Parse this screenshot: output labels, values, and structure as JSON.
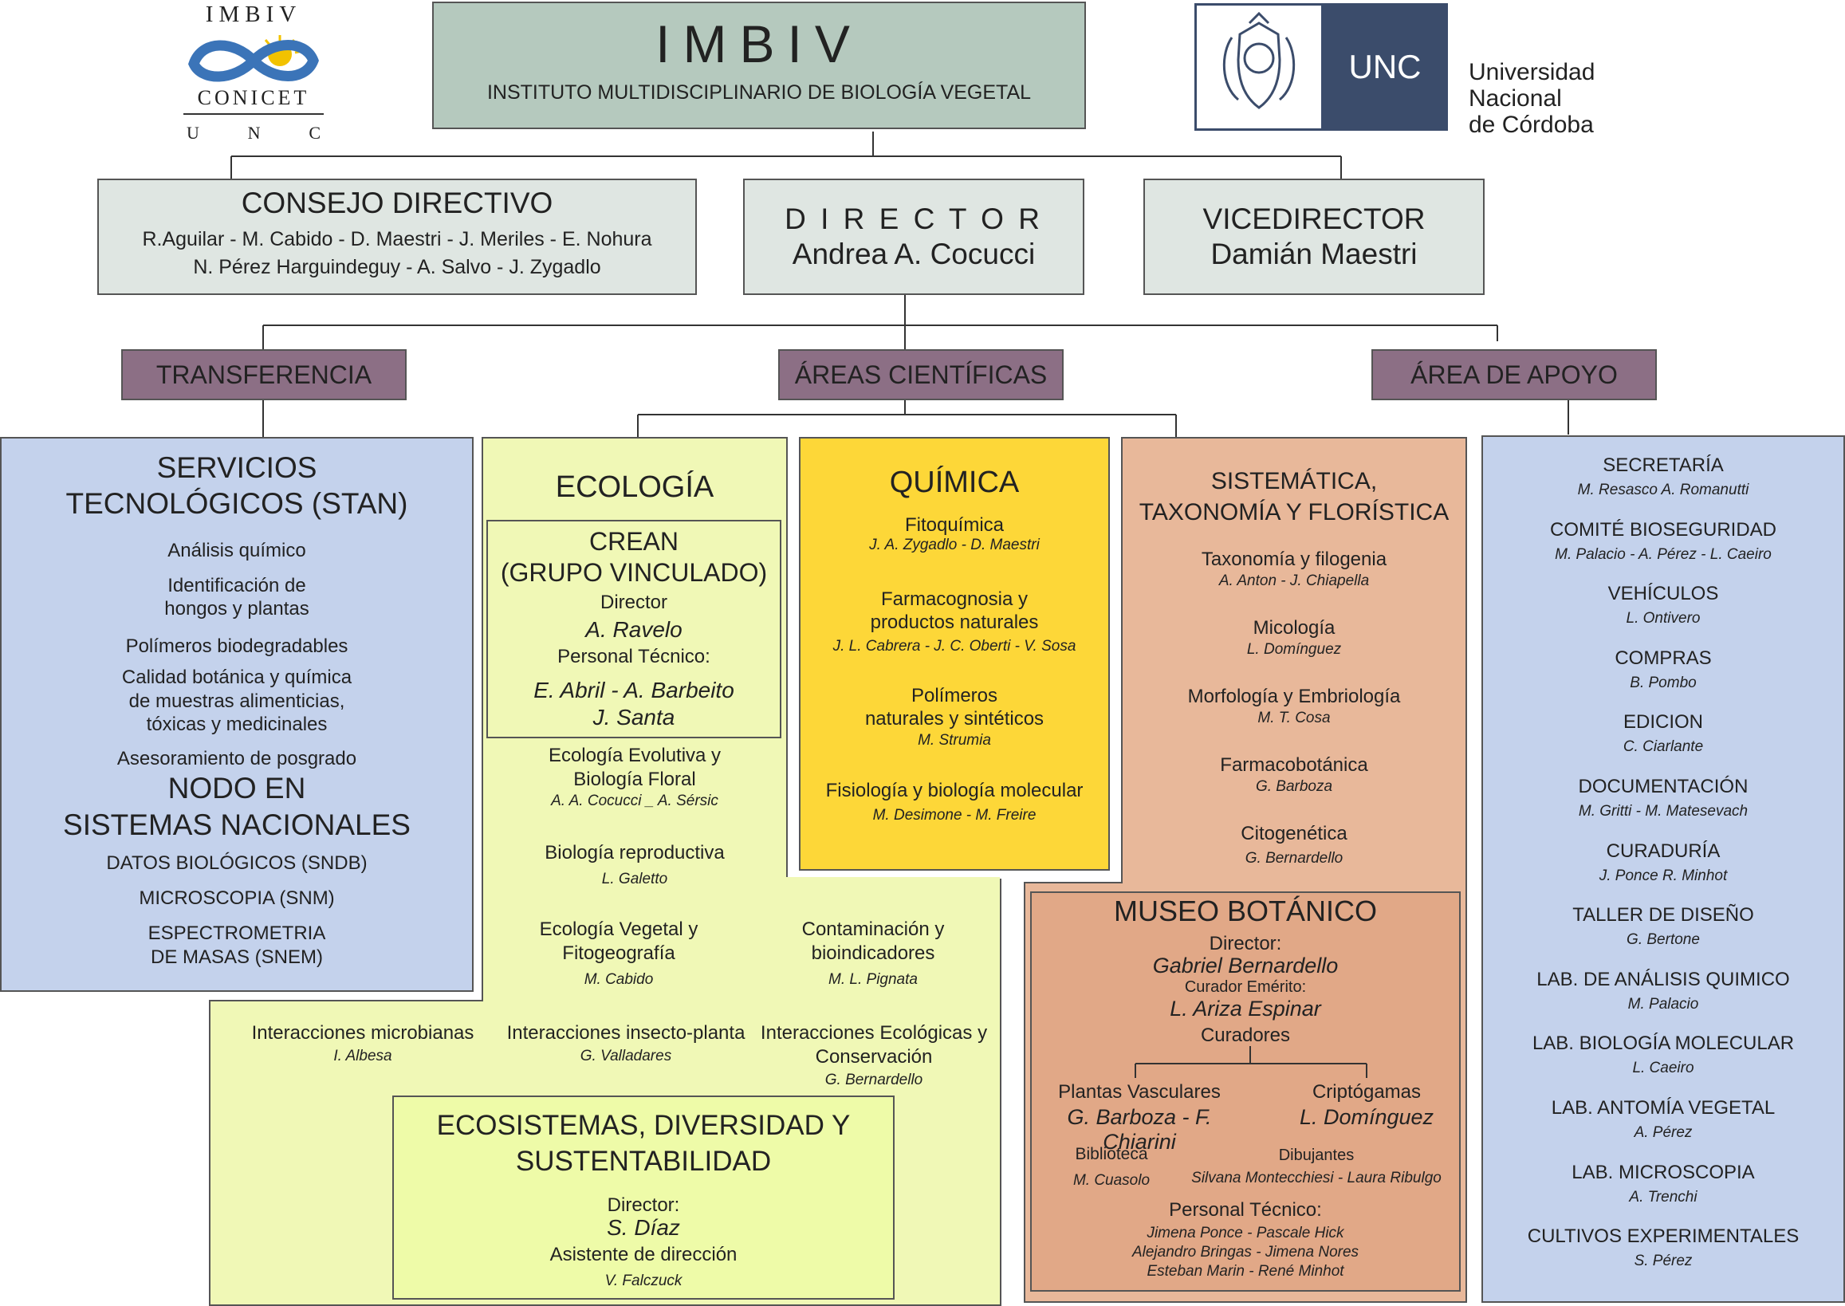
{
  "logos": {
    "imbiv_top": "IMBIV",
    "conicet": "CONICET",
    "unc_letters": [
      "U",
      "N",
      "C"
    ],
    "unc_badge": "UNC",
    "unc_name": [
      "Universidad",
      "Nacional",
      "de Córdoba"
    ],
    "colors": {
      "imbiv_blue": "#3b74b8",
      "imbiv_sun": "#f2c200",
      "unc_navy": "#3b4c6b"
    }
  },
  "header": {
    "title": "IMBIV",
    "subtitle": "INSTITUTO MULTIDISCIPLINARIO DE BIOLOGÍA VEGETAL"
  },
  "consejo": {
    "title": "CONSEJO DIRECTIVO",
    "line1": "R.Aguilar - M. Cabido -  D. Maestri  - J. Meriles - E. Nohura",
    "line2": "N. Pérez Harguindeguy -   A. Salvo - J. Zygadlo"
  },
  "director": {
    "title": "D I R E C T O R",
    "name": "Andrea A. Cocucci"
  },
  "vicedirector": {
    "title": "VICEDIRECTOR",
    "name": "Damián Maestri"
  },
  "branches": {
    "transferencia": "TRANSFERENCIA",
    "areas": "ÁREAS CIENTÍFICAS",
    "apoyo": "ÁREA DE APOYO"
  },
  "servicios": {
    "title": [
      "SERVICIOS",
      "TECNOLÓGICOS (STAN)"
    ],
    "items": [
      "Análisis químico",
      "Identificación de|hongos y plantas",
      "Polímeros biodegradables",
      "Calidad botánica y química|de muestras alimenticias,|tóxicas y medicinales",
      "Asesoramiento de posgrado"
    ],
    "nodo_title": [
      "NODO EN",
      "SISTEMAS NACIONALES"
    ],
    "nodo_items": [
      "DATOS BIOLÓGICOS (SNDB)",
      "MICROSCOPIA (SNM)",
      "ESPECTROMETRIA",
      "DE MASAS (SNEM)"
    ]
  },
  "ecologia": {
    "title": "ECOLOGÍA",
    "crean": {
      "title1": "CREAN",
      "title2": "(GRUPO VINCULADO)",
      "dir_label": "Director",
      "dir_name": "A. Ravelo",
      "pt_label": "Personal Técnico:",
      "pt1": "E. Abril - A. Barbeito",
      "pt2": "J. Santa"
    },
    "evolutiva": {
      "l1": "Ecología Evolutiva y",
      "l2": "Biología Floral",
      "p": "A. A. Cocucci _ A. Sérsic"
    },
    "reproductiva": {
      "l1": "Biología reproductiva",
      "p": "L. Galetto"
    },
    "vegetal": {
      "l1": "Ecología Vegetal y",
      "l2": "Fitogeografía",
      "p": "M. Cabido"
    },
    "contaminacion": {
      "l1": "Contaminación y",
      "l2": "bioindicadores",
      "p": "M. L. Pignata"
    },
    "microbianas": {
      "l1": "Interacciones microbianas",
      "p": "I. Albesa"
    },
    "insecto": {
      "l1": "Interacciones insecto-planta",
      "p": "G. Valladares"
    },
    "ecologicas": {
      "l1": "Interacciones Ecológicas y",
      "l2": "Conservación",
      "p": "G. Bernardello"
    },
    "ecosistemas": {
      "t1": "ECOSISTEMAS, DIVERSIDAD Y",
      "t2": "SUSTENTABILIDAD",
      "dir_label": "Director:",
      "dir_name": "S. Díaz",
      "asis_label": "Asistente de dirección",
      "asis_name": "V. Falczuck"
    }
  },
  "quimica": {
    "title": "QUÍMICA",
    "items": [
      {
        "l": "Fitoquímica",
        "p": "J. A. Zygadlo - D. Maestri"
      },
      {
        "l": "Farmacognosia y|productos naturales",
        "p": "J. L. Cabrera - J. C. Oberti - V. Sosa"
      },
      {
        "l": "Polímeros|naturales y sintéticos",
        "p": "M. Strumia"
      },
      {
        "l": "Fisiología y biología molecular",
        "p": "M. Desimone - M. Freire"
      }
    ]
  },
  "sistematica": {
    "title1": "SISTEMÁTICA,",
    "title2": "TAXONOMÍA Y FLORÍSTICA",
    "items": [
      {
        "l": "Taxonomía y filogenia",
        "p": "A. Anton - J. Chiapella"
      },
      {
        "l": "Micología",
        "p": "L. Domínguez"
      },
      {
        "l": "Morfología y Embriología",
        "p": "M. T. Cosa"
      },
      {
        "l": "Farmacobotánica",
        "p": "G. Barboza"
      },
      {
        "l": "Citogenética",
        "p": "G. Bernardello"
      }
    ]
  },
  "museo": {
    "title": "MUSEO BOTÁNICO",
    "dir_label": "Director:",
    "dir_name": "Gabriel Bernardello",
    "cur_em_label": "Curador Emérito:",
    "cur_em_name": "L. Ariza Espinar",
    "curadores": "Curadores",
    "vasc_label": "Plantas Vasculares",
    "vasc_names": "G. Barboza -  F. Chiarini",
    "cript_label": "Criptógamas",
    "cript_name": "L. Domínguez",
    "bib_label": "Biblioteca",
    "bib_name": "M. Cuasolo",
    "dib_label": "Dibujantes",
    "dib_names": "Silvana Montecchiesi - Laura Ribulgo",
    "pt_label": "Personal Técnico:",
    "pt_names": [
      "Jimena Ponce - Pascale Hick",
      "Alejandro Bringas - Jimena Nores",
      "Esteban Marin -  René Minhot"
    ]
  },
  "apoyo": {
    "items": [
      {
        "l": "SECRETARÍA",
        "p": "M. Resasco A. Romanutti"
      },
      {
        "l": "COMITÉ BIOSEGURIDAD",
        "p": "M. Palacio - A. Pérez - L. Caeiro"
      },
      {
        "l": "VEHÍCULOS",
        "p": "L. Ontivero"
      },
      {
        "l": "COMPRAS",
        "p": "B. Pombo"
      },
      {
        "l": "EDICION",
        "p": "C. Ciarlante"
      },
      {
        "l": "DOCUMENTACIÓN",
        "p": "M. Gritti - M. Matesevach"
      },
      {
        "l": "CURADURÍA",
        "p": "J. Ponce R. Minhot"
      },
      {
        "l": "TALLER DE DISEÑO",
        "p": "G. Bertone"
      },
      {
        "l": "LAB. DE ANÁLISIS QUIMICO",
        "p": "M. Palacio"
      },
      {
        "l": "LAB. BIOLOGÍA MOLECULAR",
        "p": "L. Caeiro"
      },
      {
        "l": "LAB. ANTOMÍA VEGETAL",
        "p": "A. Pérez"
      },
      {
        "l": "LAB. MICROSCOPIA",
        "p": "A. Trenchi"
      },
      {
        "l": "CULTIVOS EXPERIMENTALES",
        "p": "S. Pérez"
      }
    ]
  }
}
